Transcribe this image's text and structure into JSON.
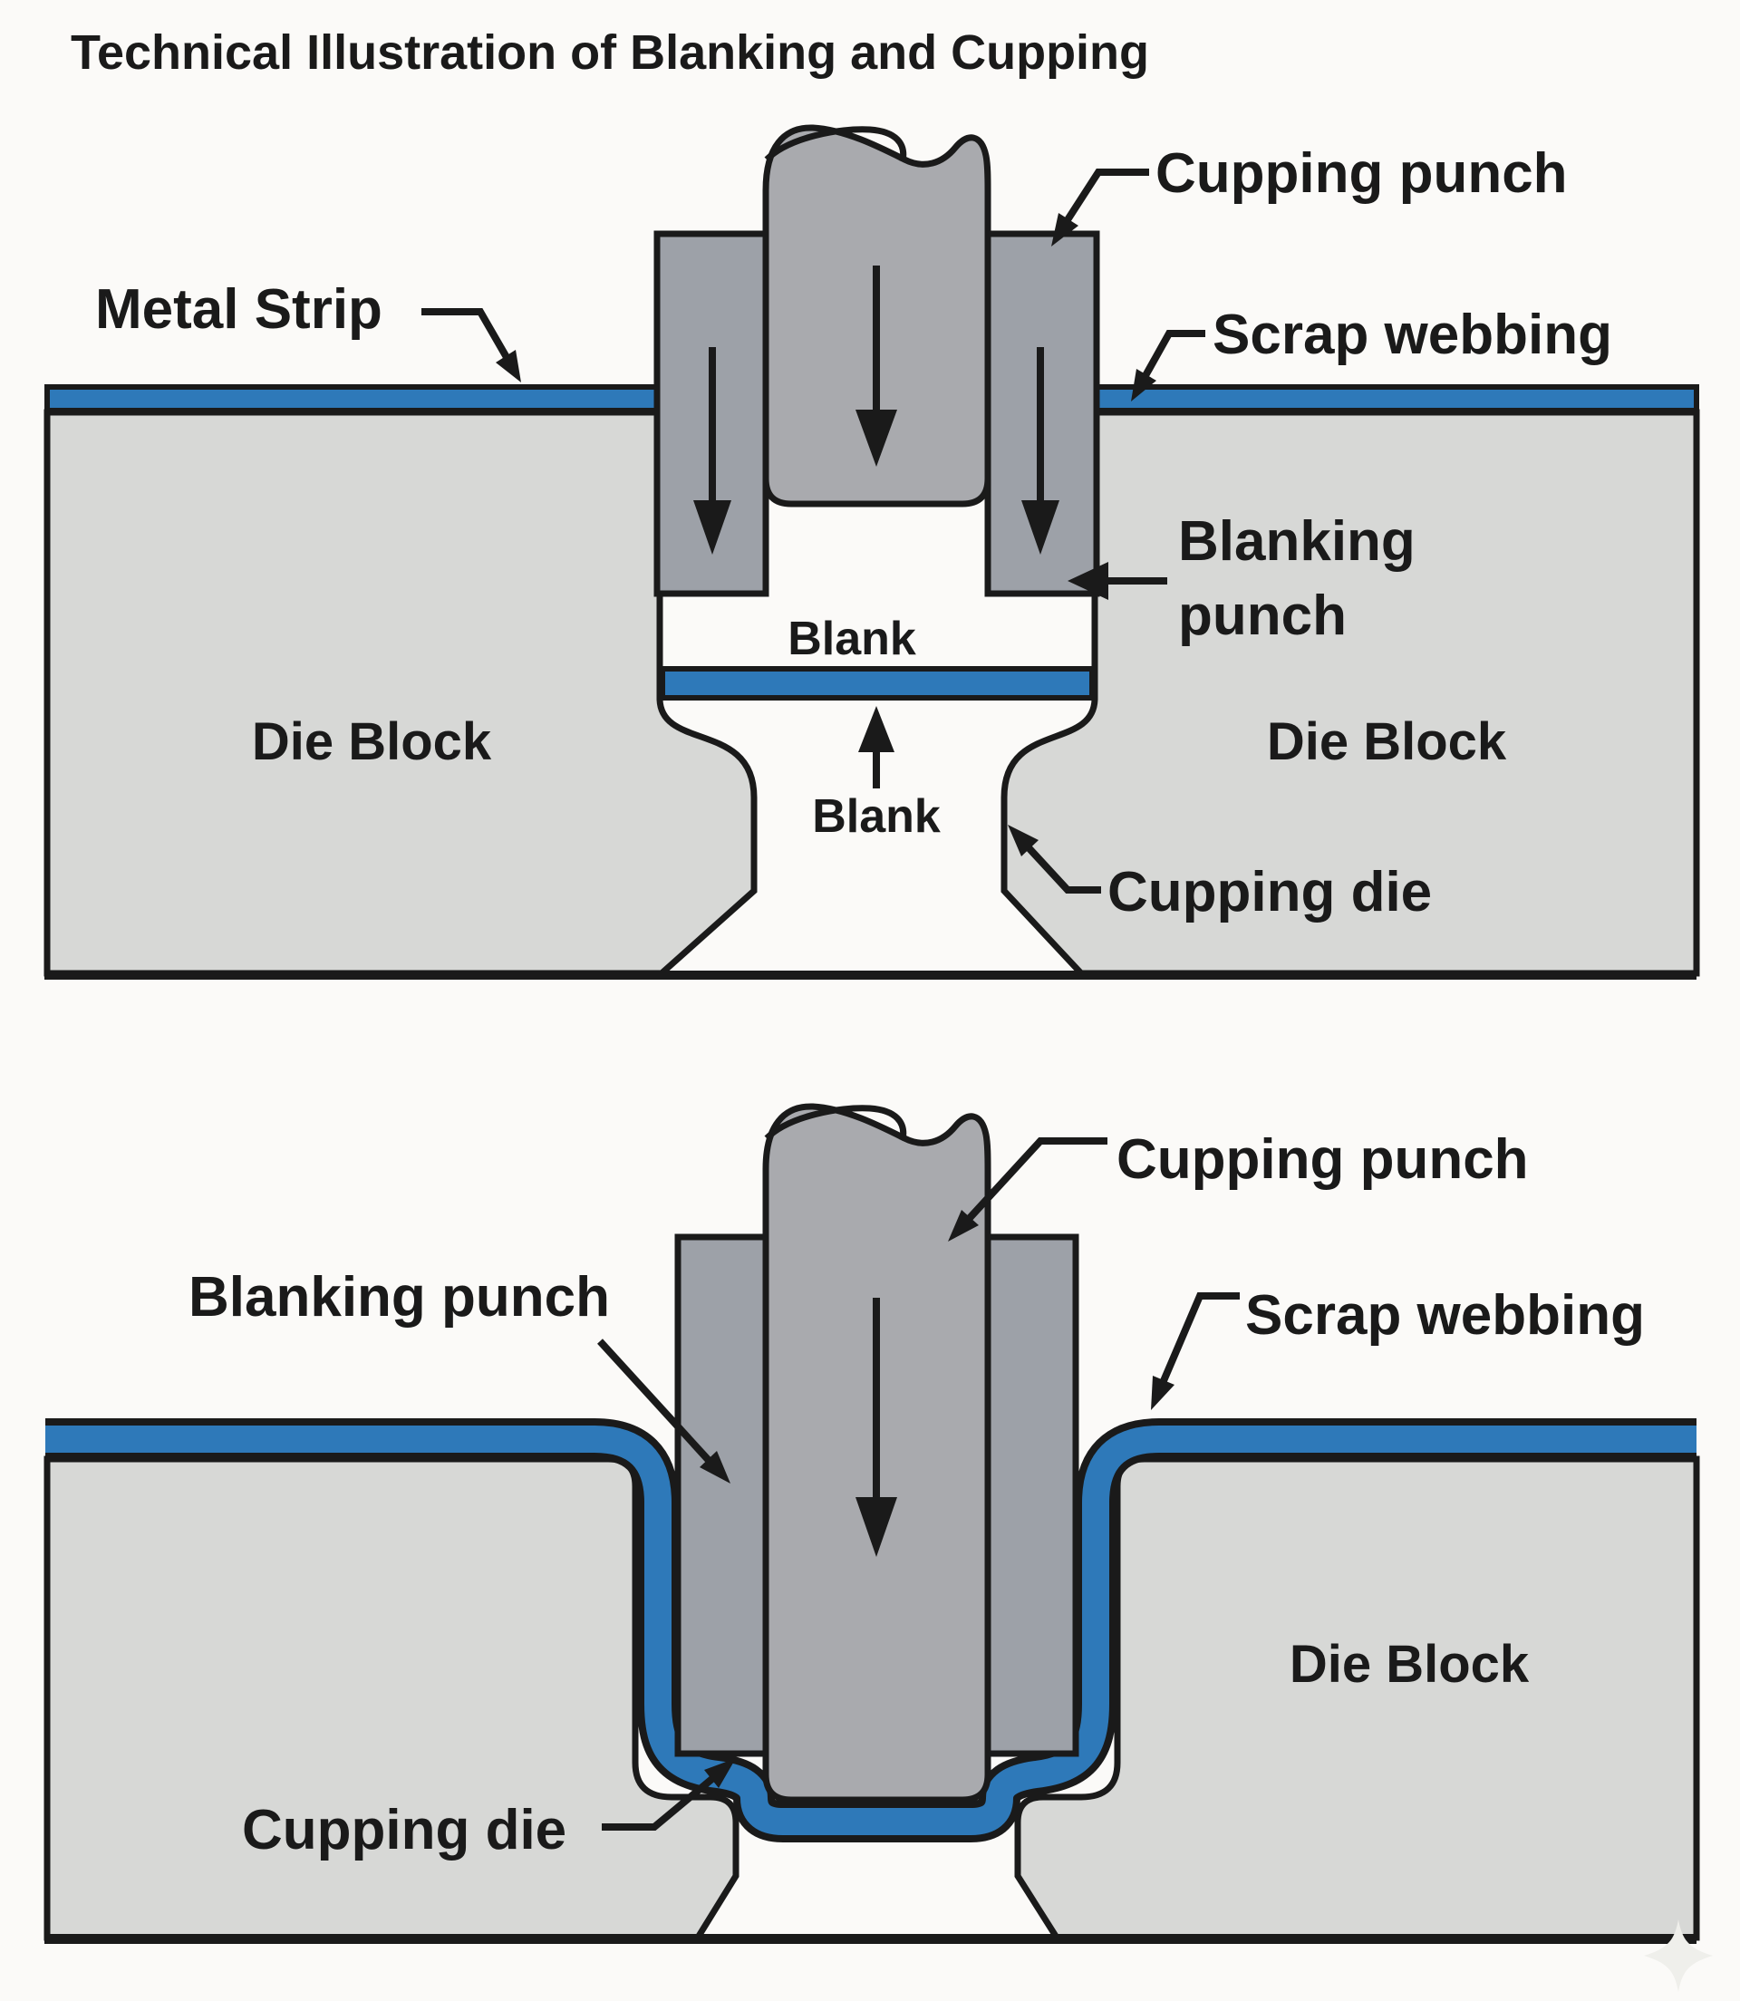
{
  "title": "Technical Illustration of Blanking and Cupping",
  "colors": {
    "background": "#fbfaf8",
    "strip_blue": "#2e79b9",
    "die_gray": "#d7d8d6",
    "punch_gray": "#9da1a8",
    "cylinder_gray": "#a9aaae",
    "outline_black": "#1a1a1a"
  },
  "top_diagram": {
    "labels": {
      "metal_strip": "Metal Strip",
      "cupping_punch": "Cupping punch",
      "scrap_webbing": "Scrap webbing",
      "blanking_punch_line1": "Blanking",
      "blanking_punch_line2": "punch",
      "die_block_left": "Die Block",
      "die_block_right": "Die Block",
      "blank_upper": "Blank",
      "blank_lower": "Blank",
      "cupping_die": "Cupping die"
    },
    "arrows": [
      "down-arrow-in-cupping-punch",
      "down-arrow-in-left-blanking-punch",
      "down-arrow-in-right-blanking-punch",
      "up-arrow-toward-blank"
    ]
  },
  "bottom_diagram": {
    "labels": {
      "cupping_punch": "Cupping punch",
      "blanking_punch": "Blanking punch",
      "scrap_webbing": "Scrap webbing",
      "die_block": "Die Block",
      "cupping_die": "Cupping die"
    },
    "arrows": [
      "down-arrow-in-cupping-punch"
    ]
  }
}
